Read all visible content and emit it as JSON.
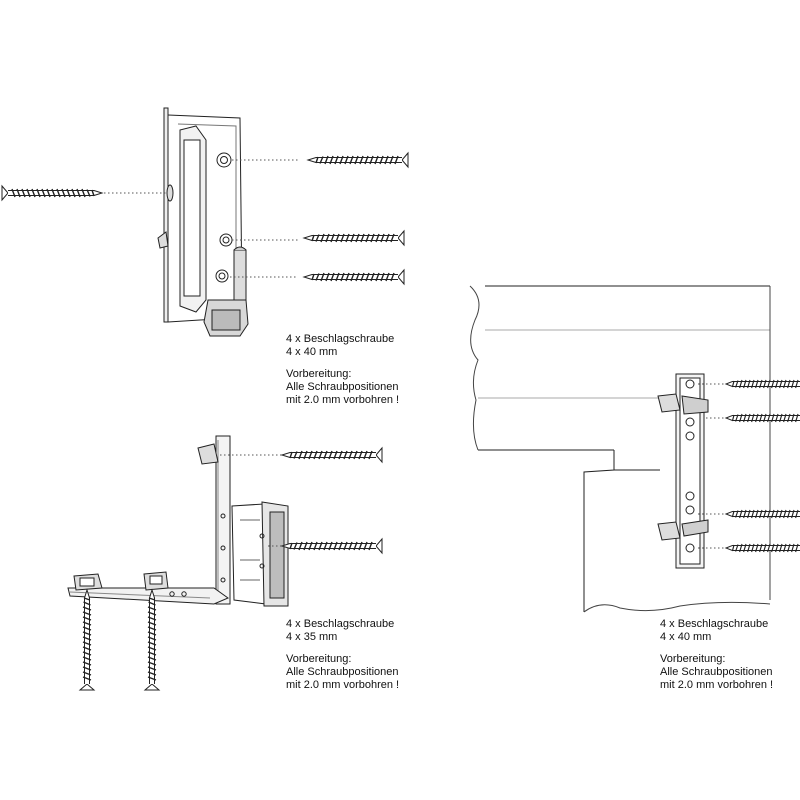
{
  "notes": [
    {
      "title": "4 x Beschlagschraube",
      "size": "4 x 40 mm",
      "prep_label": "Vorbereitung:",
      "prep_line1": "Alle Schraubpositionen",
      "prep_line2": "mit 2.0 mm vorbohren !"
    },
    {
      "title": "4 x Beschlagschraube",
      "size": "4 x 35 mm",
      "prep_label": "Vorbereitung:",
      "prep_line1": "Alle Schraubpositionen",
      "prep_line2": "mit 2.0 mm vorbohren !"
    },
    {
      "title": "4 x Beschlagschraube",
      "size": "4 x 40 mm",
      "prep_label": "Vorbereitung:",
      "prep_line1": "Alle Schraubpositionen",
      "prep_line2": "mit 2.0 mm vorbohren !"
    }
  ],
  "colors": {
    "line": "#222222",
    "shade": "#cfcfcf",
    "light": "#eeeeee"
  }
}
